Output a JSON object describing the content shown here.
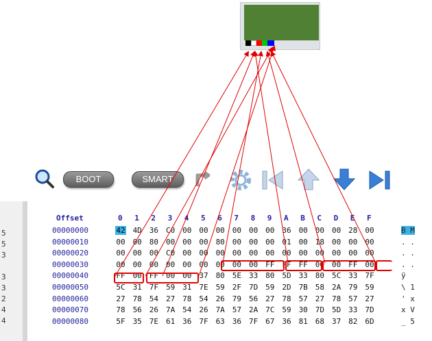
{
  "bitmap": {
    "colors": {
      "background": "#4f8033",
      "black": "#000000",
      "white": "#ffffff",
      "red": "#ff0000",
      "green": "#00cc00",
      "blue": "#0000ff"
    }
  },
  "toolbar": {
    "search_icon": "search-icon",
    "boot_label": "BOOT",
    "smart_label": "SMART",
    "undo_icon": "undo-icon",
    "settings_icon": "gear-icon",
    "first_icon": "go-first-icon",
    "up_icon": "arrow-up-icon",
    "down_icon": "arrow-down-icon",
    "last_icon": "go-last-icon"
  },
  "left_fragments": [
    "5",
    "5",
    "3",
    "3",
    "3",
    "2",
    "4",
    "4"
  ],
  "hex": {
    "offset_header": "Offset",
    "columns": [
      "0",
      "1",
      "2",
      "3",
      "4",
      "5",
      "6",
      "7",
      "8",
      "9",
      "A",
      "B",
      "C",
      "D",
      "E",
      "F"
    ],
    "rows": [
      {
        "offset": "00000000",
        "bytes": [
          "42",
          "4D",
          "36",
          "C0",
          "00",
          "00",
          "00",
          "00",
          "00",
          "00",
          "36",
          "00",
          "00",
          "00",
          "28",
          "00"
        ],
        "ascii": "B M"
      },
      {
        "offset": "00000010",
        "bytes": [
          "00",
          "00",
          "80",
          "00",
          "00",
          "00",
          "80",
          "00",
          "00",
          "00",
          "01",
          "00",
          "18",
          "00",
          "00",
          "00"
        ],
        "ascii": ". ."
      },
      {
        "offset": "00000020",
        "bytes": [
          "00",
          "00",
          "00",
          "C0",
          "00",
          "00",
          "00",
          "00",
          "00",
          "00",
          "00",
          "00",
          "00",
          "00",
          "00",
          "00"
        ],
        "ascii": ". ."
      },
      {
        "offset": "00000030",
        "bytes": [
          "00",
          "00",
          "00",
          "00",
          "00",
          "00",
          "00",
          "00",
          "00",
          "FF",
          "FF",
          "FF",
          "00",
          "00",
          "FF",
          "00"
        ],
        "ascii": ". ."
      },
      {
        "offset": "00000040",
        "bytes": [
          "FF",
          "00",
          "FF",
          "00",
          "00",
          "37",
          "80",
          "5E",
          "33",
          "80",
          "5D",
          "33",
          "80",
          "5C",
          "33",
          "7F"
        ],
        "ascii": "ÿ"
      },
      {
        "offset": "00000050",
        "bytes": [
          "5C",
          "31",
          "7F",
          "59",
          "31",
          "7E",
          "59",
          "2F",
          "7D",
          "59",
          "2D",
          "7B",
          "58",
          "2A",
          "79",
          "59"
        ],
        "ascii": "\\ 1"
      },
      {
        "offset": "00000060",
        "bytes": [
          "27",
          "78",
          "54",
          "27",
          "78",
          "54",
          "26",
          "79",
          "56",
          "27",
          "78",
          "57",
          "27",
          "78",
          "57",
          "27"
        ],
        "ascii": "' x"
      },
      {
        "offset": "00000070",
        "bytes": [
          "78",
          "56",
          "26",
          "7A",
          "54",
          "26",
          "7A",
          "57",
          "2A",
          "7C",
          "59",
          "30",
          "7D",
          "5D",
          "33",
          "7D"
        ],
        "ascii": "x V"
      },
      {
        "offset": "00000080",
        "bytes": [
          "5F",
          "35",
          "7E",
          "61",
          "36",
          "7F",
          "63",
          "36",
          "7F",
          "67",
          "36",
          "81",
          "68",
          "37",
          "82",
          "6D"
        ],
        "ascii": "_ 5"
      }
    ],
    "selected_color": "#39b2e8",
    "highlight_color": "#e00000"
  }
}
